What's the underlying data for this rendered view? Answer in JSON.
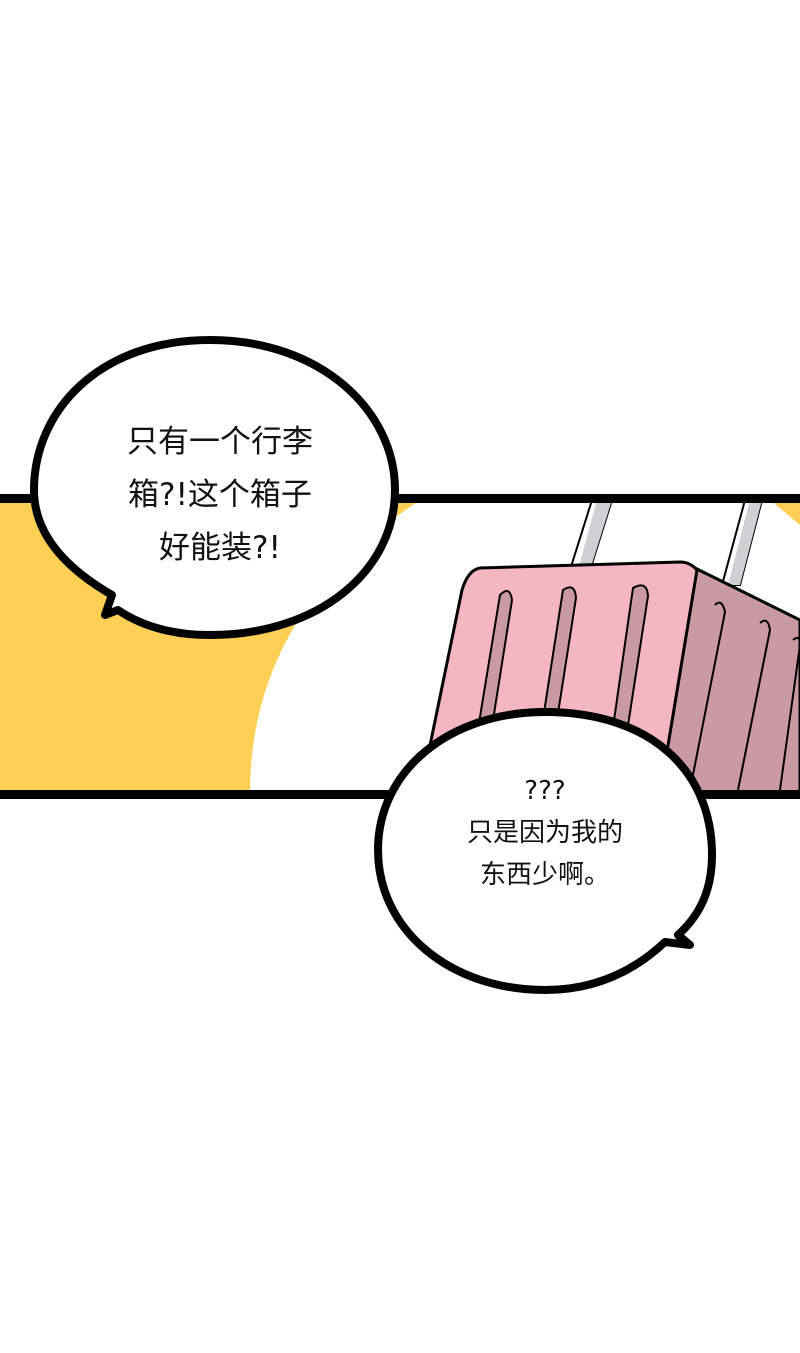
{
  "comic_page": {
    "panel": {
      "background_colors": {
        "yellow": "#fdd055",
        "white": "#ffffff",
        "border": "#000000",
        "suitcase_front": "#f4b6c0",
        "suitcase_side": "#c99aa2",
        "suitcase_groove": "#c99aa2",
        "handle": "#cfcfd4"
      }
    },
    "bubbles": [
      {
        "speaker": "left",
        "text": "只有一个行李\n箱?!这个箱子\n好能装?!"
      },
      {
        "speaker": "right",
        "text": "???\n只是因为我的\n东西少啊。"
      }
    ]
  }
}
